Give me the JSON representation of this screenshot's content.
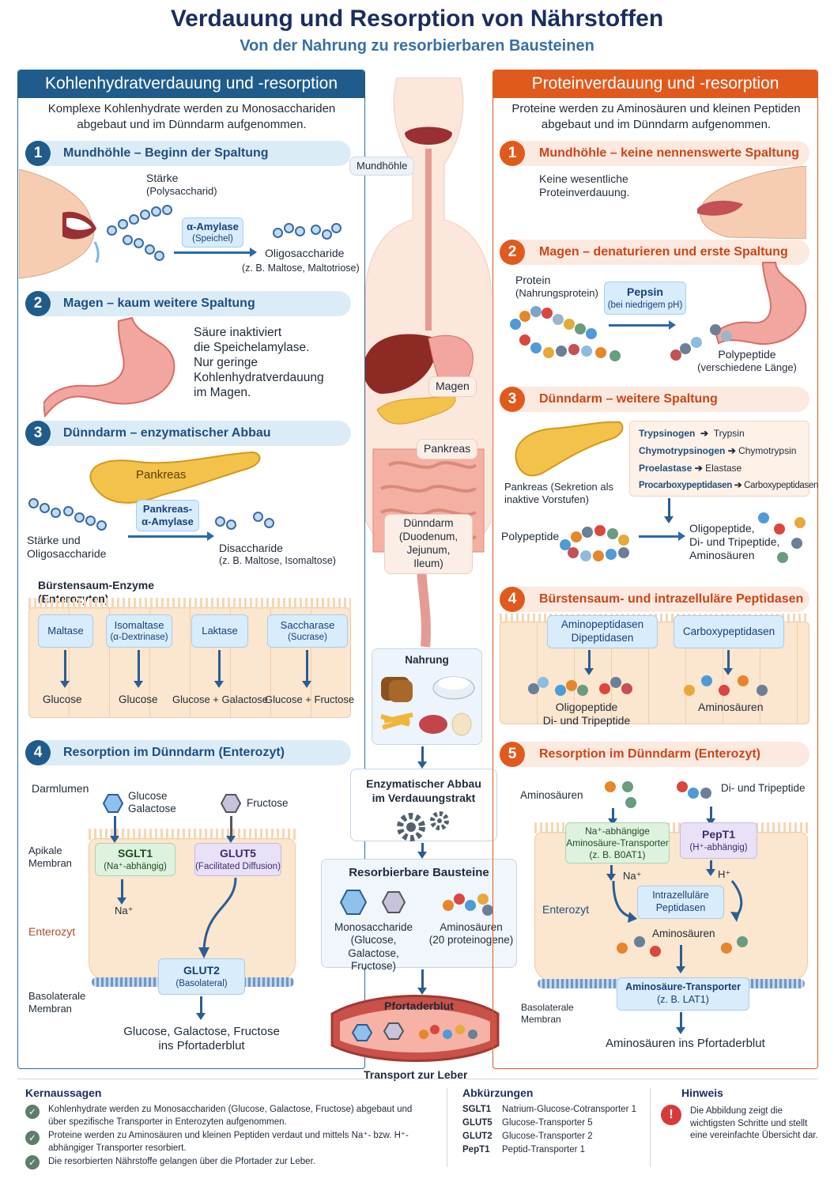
{
  "title": "Verdauung und Resorption von Nährstoffen",
  "subtitle": "Von der Nahrung zu resorbierbaren Bausteinen",
  "colors": {
    "blue": "#1f5c8c",
    "orange": "#e05a1e",
    "navy": "#1b2d5e",
    "cell": "#fbe6cf"
  },
  "left": {
    "header": "Kohlenhydratverdauung und -resorption",
    "intro": "Komplexe Kohlenhydrate werden zu Monosacchariden abgebaut und im Dünndarm aufgenommen.",
    "s1": {
      "num": "1",
      "title": "Mundhöhle – Beginn der Spaltung",
      "starch": "Stärke",
      "starch_sub": "(Polysaccharid)",
      "enzyme": "α-Amylase",
      "enzyme_sub": "(Speichel)",
      "product": "Oligosaccharide",
      "product_sub": "(z. B. Maltose, Maltotriose)"
    },
    "s2": {
      "num": "2",
      "title": "Magen – kaum weitere Spaltung",
      "text": [
        "Säure inaktiviert",
        "die Speichelamylase.",
        "Nur geringe",
        "Kohlenhydratverdauung",
        "im Magen."
      ]
    },
    "s3": {
      "num": "3",
      "title": "Dünndarm – enzymatischer Abbau",
      "pancreas": "Pankreas",
      "input": "Stärke und",
      "input2": "Oligosaccharide",
      "enzyme": "Pankreas-",
      "enzyme2": "α-Amylase",
      "product": "Disaccharide",
      "product_sub": "(z. B. Maltose, Isomaltose)",
      "brush": "Bürstensaum-Enzyme",
      "brush_sub": "(Enterozyten)",
      "enzymes": [
        {
          "name": "Maltase",
          "sub": "",
          "result": "Glucose"
        },
        {
          "name": "Isomaltase",
          "sub": "(α-Dextrinase)",
          "result": "Glucose"
        },
        {
          "name": "Laktase",
          "sub": "",
          "result": "Glucose + Galactose"
        },
        {
          "name": "Saccharase",
          "sub": "(Sucrase)",
          "result": "Glucose + Fructose"
        }
      ]
    },
    "s4": {
      "num": "4",
      "title": "Resorption im Dünndarm (Enterozyt)",
      "lumen": "Darmlumen",
      "glucose": "Glucose",
      "galactose": "Galactose",
      "fructose": "Fructose",
      "apical": "Apikale",
      "apical2": "Membran",
      "enterozyt": "Enterozyt",
      "basolat": "Basolaterale",
      "basolat2": "Membran",
      "sglt1": "SGLT1",
      "sglt1_sub": "(Na⁺-abhängig)",
      "glut5": "GLUT5",
      "glut5_sub": "(Facilitated Diffusion)",
      "na": "Na⁺",
      "glut2": "GLUT2",
      "glut2_sub": "(Basolateral)",
      "out": "Glucose, Galactose, Fructose",
      "out2": "ins Pfortaderblut"
    }
  },
  "center": {
    "mouth": "Mundhöhle",
    "stomach": "Magen",
    "pancreas": "Pankreas",
    "si": "Dünndarm",
    "si2": "(Duodenum,",
    "si3": "Jejunum, Ileum)",
    "food": "Nahrung",
    "digest": "Enzymatischer Abbau",
    "digest2": "im Verdauungstrakt",
    "blocks": "Resorbierbare Bausteine",
    "mono": "Monosaccharide",
    "mono2": "(Glucose, Galactose,",
    "mono3": "Fructose)",
    "aa": "Aminosäuren",
    "aa2": "(20 proteinogene)",
    "portal": "Pfortaderblut",
    "liver": "Transport zur Leber"
  },
  "right": {
    "header": "Proteinverdauung und -resorption",
    "intro": "Proteine werden zu Aminosäuren und kleinen Peptiden abgebaut und im Dünndarm aufgenommen.",
    "s1": {
      "num": "1",
      "title": "Mundhöhle – keine nennenswerte Spaltung",
      "text": "Keine wesentliche",
      "text2": "Proteinverdauung."
    },
    "s2": {
      "num": "2",
      "title": "Magen – denaturieren und erste Spaltung",
      "protein": "Protein",
      "protein_sub": "(Nahrungsprotein)",
      "enzyme": "Pepsin",
      "enzyme_sub": "(bei niedrigem pH)",
      "product": "Polypeptide",
      "product_sub": "(verschiedene Länge)"
    },
    "s3": {
      "num": "3",
      "title": "Dünndarm – weitere Spaltung",
      "pancreas": "Pankreas (Sekretion als",
      "pancreas2": "inaktive Vorstufen)",
      "zym": [
        [
          "Trypsinogen",
          "Trypsin"
        ],
        [
          "Chymotrypsinogen",
          "Chymotrypsin"
        ],
        [
          "Proelastase",
          "Elastase"
        ],
        [
          "Procarboxypeptidasen",
          "Carboxypeptidasen"
        ]
      ],
      "input": "Polypeptide",
      "out": "Oligopeptide,",
      "out2": "Di- und Tripeptide,",
      "out3": "Aminosäuren"
    },
    "s4": {
      "num": "4",
      "title": "Bürstensaum- und intrazelluläre Peptidasen",
      "e1": "Aminopeptidasen",
      "e1b": "Dipeptidasen",
      "e2": "Carboxypeptidasen",
      "r1": "Oligopeptide",
      "r1b": "Di- und Tripeptide",
      "r2": "Aminosäuren"
    },
    "s5": {
      "num": "5",
      "title": "Resorption im Dünndarm (Enterozyt)",
      "aa": "Aminosäuren",
      "dt": "Di- und Tripeptide",
      "na_tr": "Na⁺-abhängige",
      "na_tr2": "Aminosäure-Transporter",
      "na_tr3": "(z. B. B0AT1)",
      "pept": "PepT1",
      "pept_sub": "(H⁺-abhängig)",
      "na": "Na⁺",
      "h": "H⁺",
      "enterozyt": "Enterozyt",
      "intra": "Intrazelluläre",
      "intra2": "Peptidasen",
      "aa_in": "Aminosäuren",
      "tr": "Aminosäure-Transporter",
      "tr2": "(z. B. LAT1)",
      "basolat": "Basolaterale",
      "basolat2": "Membran",
      "out": "Aminosäuren ins Pfortaderblut"
    }
  },
  "footer": {
    "key": "Kernaussagen",
    "points": [
      "Kohlenhydrate werden zu Monosacchariden (Glucose, Galactose, Fructose) abgebaut und über spezifische Transporter in Enterozyten aufgenommen.",
      "Proteine werden zu Aminosäuren und kleinen Peptiden verdaut und mittels Na⁺- bzw. H⁺-abhängiger Transporter resorbiert.",
      "Die resorbierten Nährstoffe gelangen über die Pfortader zur Leber."
    ],
    "abbr": "Abkürzungen",
    "abbrs": [
      [
        "SGLT1",
        "Natrium-Glucose-Cotransporter 1"
      ],
      [
        "GLUT5",
        "Glucose-Transporter 5"
      ],
      [
        "GLUT2",
        "Glucose-Transporter 2"
      ],
      [
        "PepT1",
        "Peptid-Transporter 1"
      ]
    ],
    "note": "Hinweis",
    "note_text": "Die Abbildung zeigt die wichtigsten Schritte und stellt eine vereinfachte Übersicht dar."
  }
}
